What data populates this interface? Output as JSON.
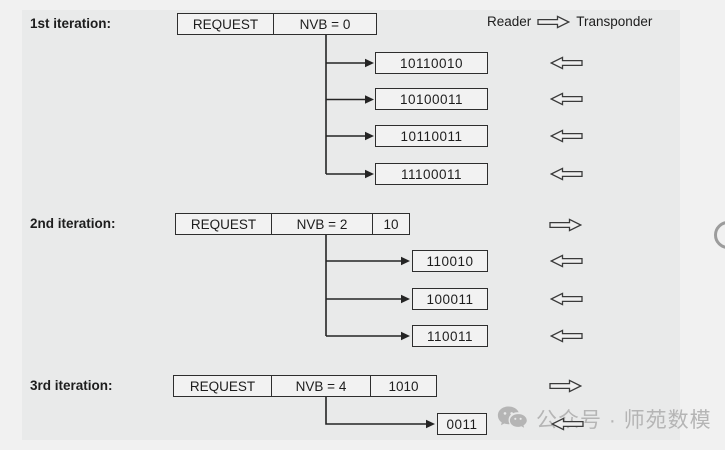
{
  "palette": {
    "outer_bg": "#f1f1f1",
    "figure_bg": "#e9eaea",
    "box_bg": "#f2f2f2",
    "line": "#242424",
    "watermark_gray": "#b5b5b5"
  },
  "legend": {
    "reader": "Reader",
    "transponder": "Transponder"
  },
  "iterations": [
    {
      "label": "1st iteration:",
      "command": [
        "REQUEST",
        "NVB = 0"
      ],
      "responses": [
        "10110010",
        "10100011",
        "10110011",
        "11100011"
      ]
    },
    {
      "label": "2nd iteration:",
      "command": [
        "REQUEST",
        "NVB = 2",
        "10"
      ],
      "responses": [
        "110010",
        "100011",
        "110011"
      ]
    },
    {
      "label": "3rd iteration:",
      "command": [
        "REQUEST",
        "NVB = 4",
        "1010"
      ],
      "responses": [
        "0011"
      ]
    }
  ],
  "watermark": {
    "text": "公众号 · 师苑数模"
  }
}
